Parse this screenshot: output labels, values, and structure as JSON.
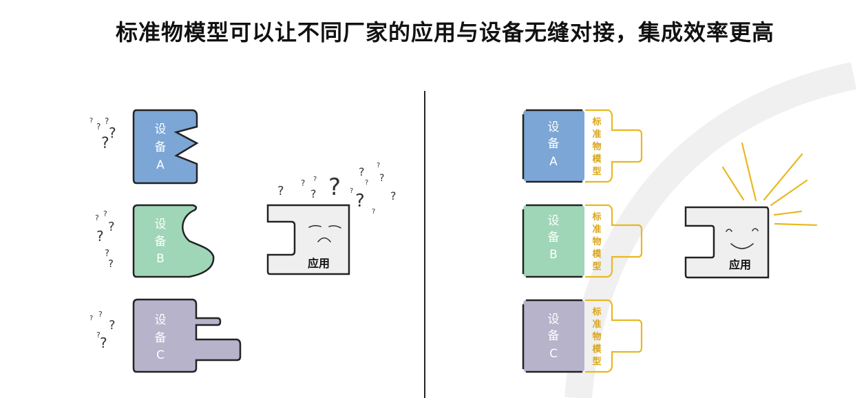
{
  "title": "标准物模型可以让不同厂家的应用与设备无缝对接，集成效率更高",
  "left_panel": {
    "devices": [
      {
        "line1": "设",
        "line2": "备",
        "line3": "A",
        "color": "#7ba6d6"
      },
      {
        "line1": "设",
        "line2": "备",
        "line3": "B",
        "color": "#9fd6b8"
      },
      {
        "line1": "设",
        "line2": "备",
        "line3": "C",
        "color": "#b6b3cb"
      }
    ],
    "app_label": "应用",
    "confused_symbol": "?"
  },
  "right_panel": {
    "devices": [
      {
        "line1": "设",
        "line2": "备",
        "line3": "A",
        "color": "#7ba6d6"
      },
      {
        "line1": "设",
        "line2": "备",
        "line3": "B",
        "color": "#9fd6b8"
      },
      {
        "line1": "设",
        "line2": "备",
        "line3": "C",
        "color": "#b6b3cb"
      }
    ],
    "standard_model_chars": [
      "标",
      "准",
      "物",
      "模",
      "型"
    ],
    "app_label": "应用",
    "accent_color": "#e8b820"
  }
}
